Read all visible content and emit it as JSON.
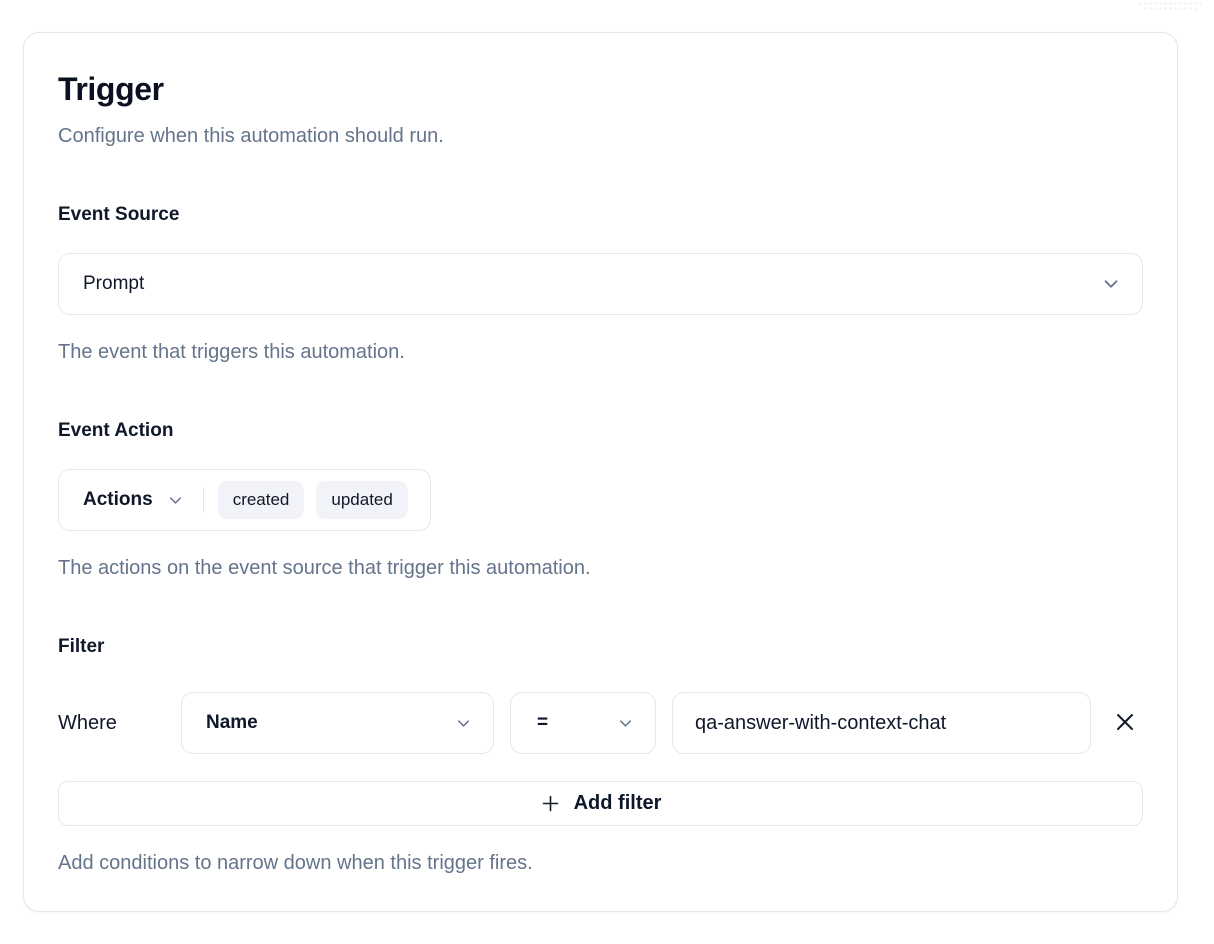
{
  "card": {
    "title": "Trigger",
    "subtitle": "Configure when this automation should run.",
    "event_source": {
      "label": "Event Source",
      "selected": "Prompt",
      "help": "The event that triggers this automation."
    },
    "event_action": {
      "label": "Event Action",
      "dropdown_label": "Actions",
      "chips": [
        "created",
        "updated"
      ],
      "help": "The actions on the event source that trigger this automation."
    },
    "filter": {
      "label": "Filter",
      "where_label": "Where",
      "field_selected": "Name",
      "operator_selected": "=",
      "value": "qa-answer-with-context-chat",
      "add_filter_label": "Add filter",
      "help": "Add conditions to narrow down when this trigger fires."
    }
  },
  "colors": {
    "text": "#0f172a",
    "muted": "#64748b",
    "border": "#e3e7ee",
    "chip_bg": "#f1f3f9"
  },
  "icons": {
    "chevron_down": "v",
    "plus": "+",
    "close": "x"
  }
}
